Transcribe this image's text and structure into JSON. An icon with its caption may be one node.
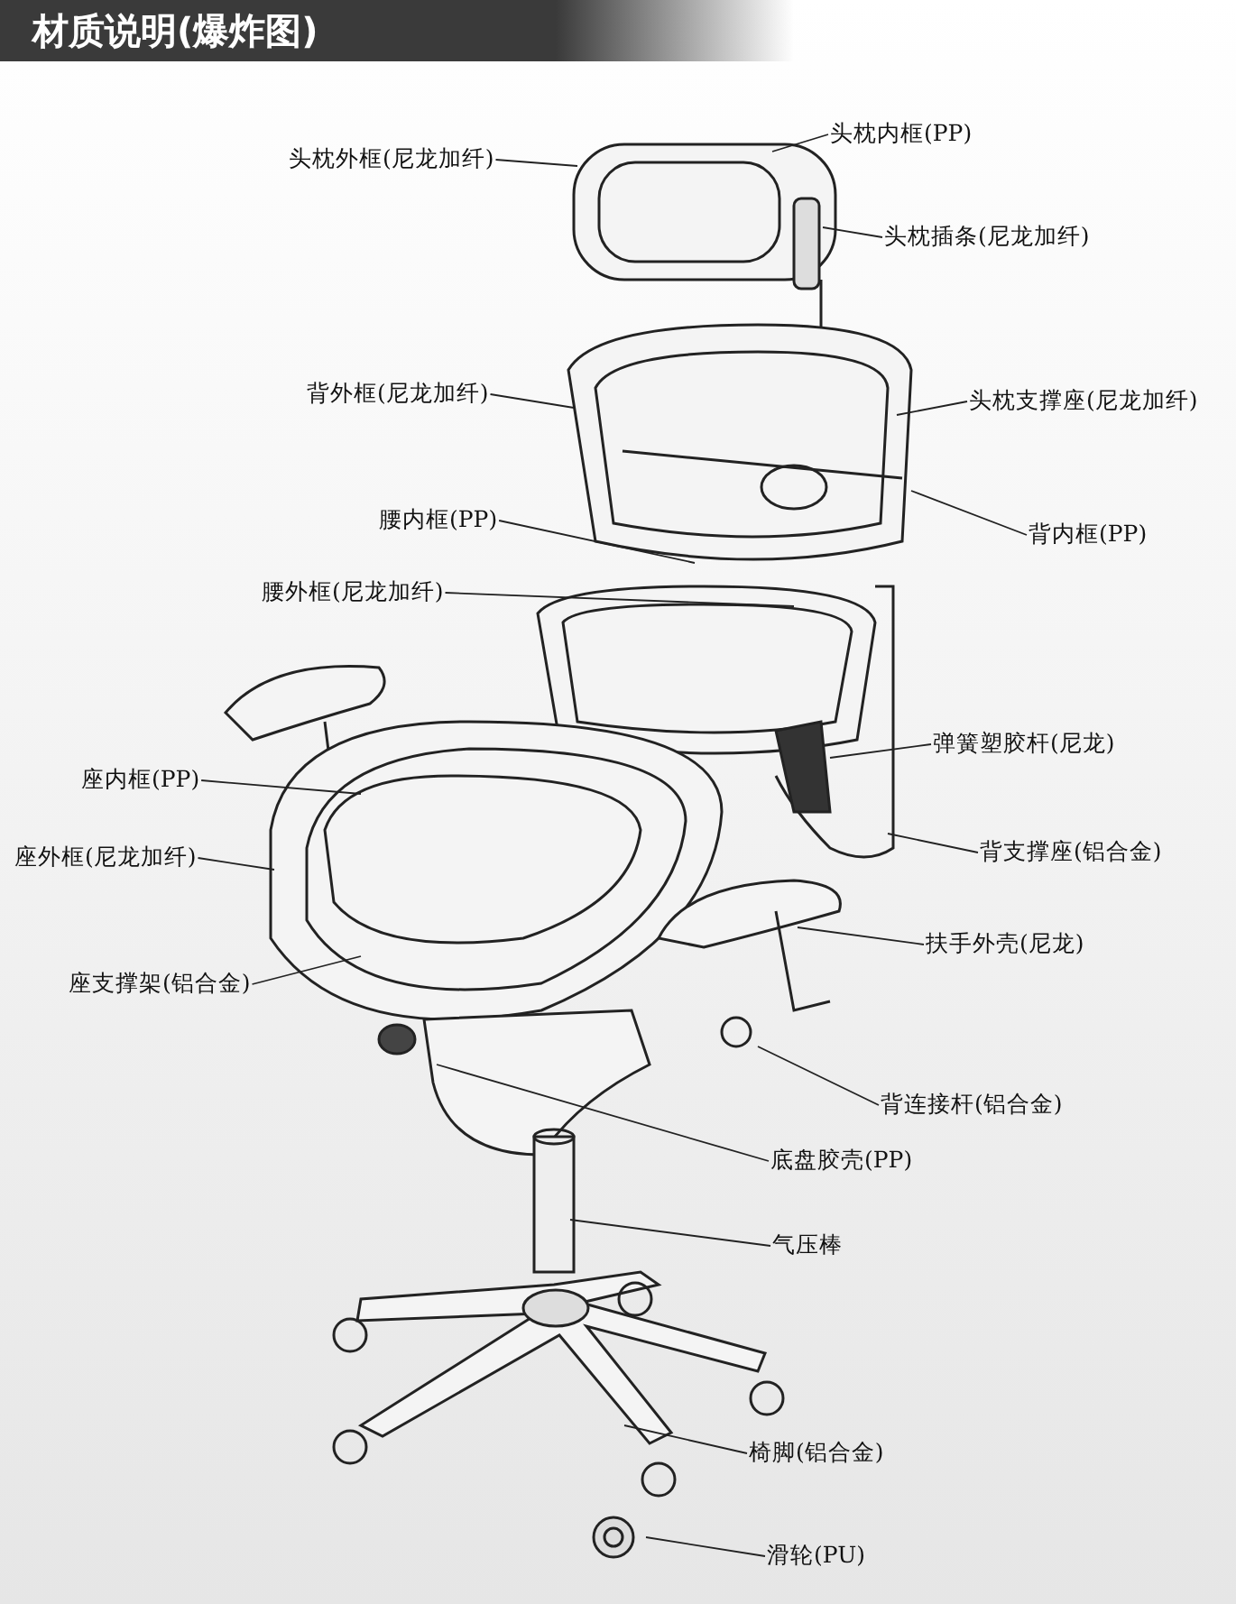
{
  "diagram": {
    "title": "材质说明(爆炸图)",
    "nodes": [
      {
        "text": [
          "头枕外框(尼龙加纤)"
        ]
      },
      {
        "text": [
          "头枕内框(PP)"
        ]
      },
      {
        "text": [
          "头枕插条(尼龙加纤)"
        ]
      },
      {
        "text": [
          "背外框(尼龙加纤)"
        ]
      },
      {
        "text": [
          "头枕支撑座(尼龙加纤)"
        ]
      },
      {
        "text": [
          "背内框(PP)"
        ]
      },
      {
        "text": [
          "腰内框(PP)"
        ]
      },
      {
        "text": [
          "腰外框(尼龙加纤)"
        ]
      },
      {
        "text": [
          "弹簧塑胶杆(尼龙)"
        ]
      },
      {
        "text": [
          "座内框(PP)"
        ]
      },
      {
        "text": [
          "座外框(尼龙加纤)"
        ]
      },
      {
        "text": [
          "背支撑座(铝合金)"
        ]
      },
      {
        "text": [
          "扶手外壳(尼龙)"
        ]
      },
      {
        "text": [
          "座支撑架(铝合金)"
        ]
      },
      {
        "text": [
          "背连接杆(铝合金)"
        ]
      },
      {
        "text": [
          "底盘胶壳(PP)"
        ]
      },
      {
        "text": [
          "气压棒"
        ]
      },
      {
        "text": [
          "椅脚(铝合金)"
        ]
      },
      {
        "text": [
          "滑轮(PU)"
        ]
      }
    ],
    "edges": [
      {
        "from": 0,
        "to": null,
        "arrow": "none"
      },
      {
        "from": 1,
        "to": null,
        "arrow": "none"
      },
      {
        "from": 2,
        "to": null,
        "arrow": "none"
      },
      {
        "from": 3,
        "to": null,
        "arrow": "none"
      },
      {
        "from": 4,
        "to": null,
        "arrow": "none"
      },
      {
        "from": 5,
        "to": null,
        "arrow": "none"
      },
      {
        "from": 6,
        "to": null,
        "arrow": "none"
      },
      {
        "from": 7,
        "to": null,
        "arrow": "none"
      },
      {
        "from": 8,
        "to": null,
        "arrow": "none"
      },
      {
        "from": 9,
        "to": null,
        "arrow": "none"
      },
      {
        "from": 10,
        "to": null,
        "arrow": "none"
      },
      {
        "from": 11,
        "to": null,
        "arrow": "none"
      },
      {
        "from": 12,
        "to": null,
        "arrow": "none"
      },
      {
        "from": 13,
        "to": null,
        "arrow": "none"
      },
      {
        "from": 14,
        "to": null,
        "arrow": "none"
      },
      {
        "from": 15,
        "to": null,
        "arrow": "none"
      },
      {
        "from": 16,
        "to": null,
        "arrow": "none"
      },
      {
        "from": 17,
        "to": null,
        "arrow": "none"
      },
      {
        "from": 18,
        "to": null,
        "arrow": "none"
      }
    ]
  }
}
